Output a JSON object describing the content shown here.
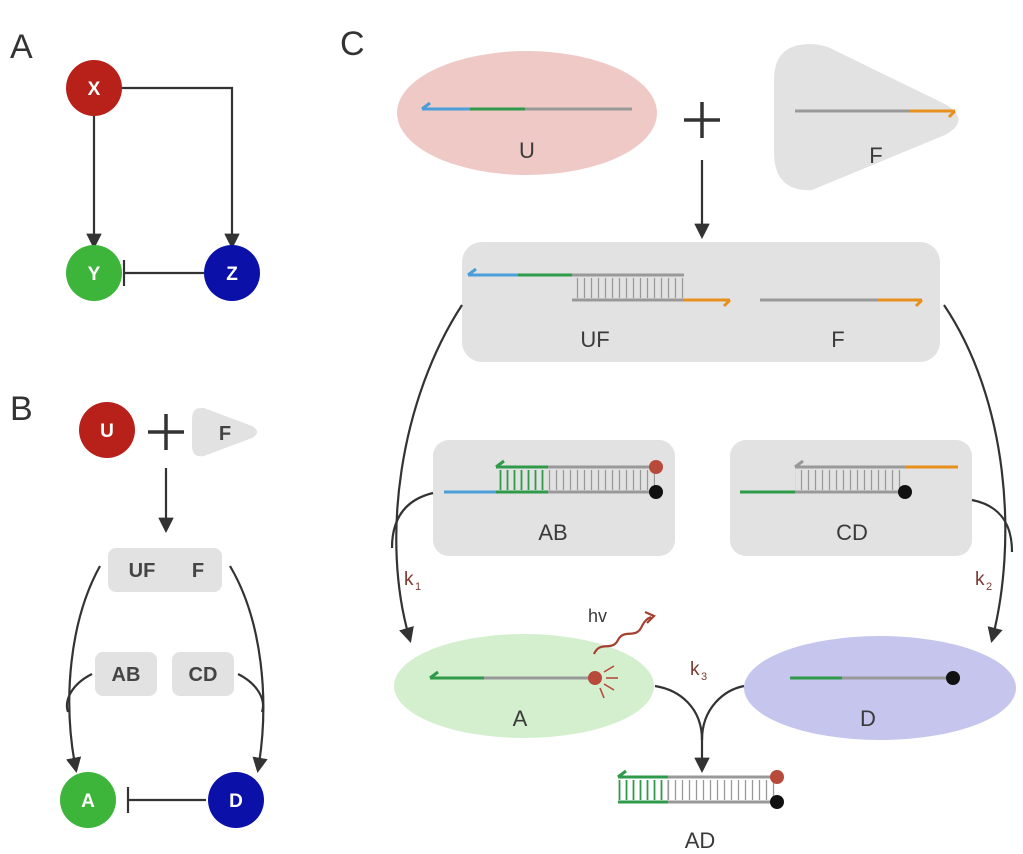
{
  "panels": {
    "a": "A",
    "b": "B",
    "c": "C"
  },
  "panel_a": {
    "x": "X",
    "y": "Y",
    "z": "Z"
  },
  "panel_b": {
    "u": "U",
    "f": "F",
    "uf": "UF",
    "f2": "F",
    "ab": "AB",
    "cd": "CD",
    "a": "A",
    "d": "D"
  },
  "panel_c": {
    "u": "U",
    "f": "F",
    "uf": "UF",
    "f_free": "F",
    "ab": "AB",
    "cd": "CD",
    "a": "A",
    "d": "D",
    "ad": "AD",
    "k1": "k",
    "k1_sub": "1",
    "k2": "k",
    "k2_sub": "2",
    "k3": "k",
    "k3_sub": "3",
    "hv": "hv"
  },
  "colors": {
    "red": "#b8201a",
    "green": "#3db43a",
    "blue": "#0a10a8",
    "box_gray": "#e2e2e2",
    "u_pink": "#efc9c6",
    "a_green": "#d3efcd",
    "d_lavender": "#c5c5ee",
    "strand_blue": "#4a9fd8",
    "strand_green": "#2e9a4a",
    "strand_orange": "#e8901e",
    "strand_gray": "#999999",
    "fluor": "#b84a3c",
    "wave": "#a54030"
  }
}
